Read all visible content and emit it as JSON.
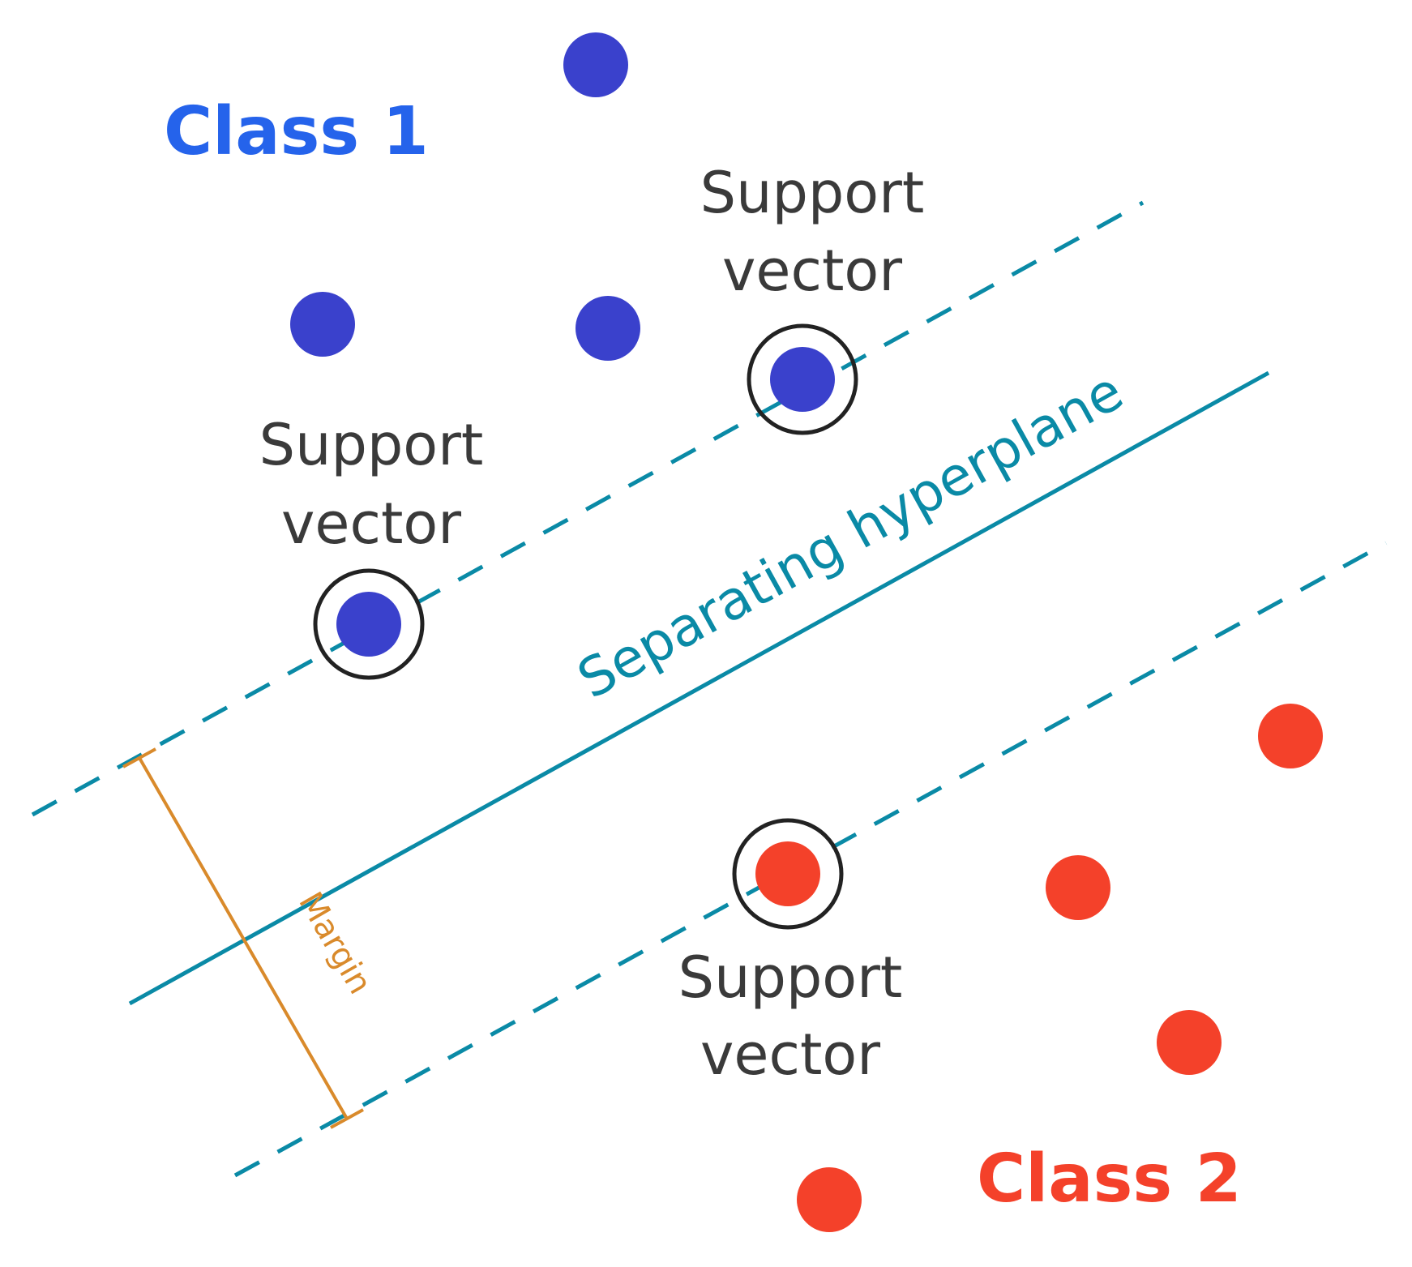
{
  "colors": {
    "class1": "#3a41cc",
    "class1_text": "#2563eb",
    "class2": "#f4412a",
    "class2_text": "#f4412a",
    "hyperplane": "#0a8aa6",
    "margin": "#d98a2b",
    "support_ring": "#222222",
    "text_gray": "#3a3a3a"
  },
  "labels": {
    "class1": "Class 1",
    "class2": "Class 2",
    "hyperplane": "Separating hyperplane",
    "margin": "Margin",
    "support_vector_line1": "Support",
    "support_vector_line2": "vector"
  },
  "points": {
    "class1": [
      {
        "id": "c1-a",
        "support": false
      },
      {
        "id": "c1-b",
        "support": false
      },
      {
        "id": "c1-c",
        "support": false
      },
      {
        "id": "c1-sv1",
        "support": true
      },
      {
        "id": "c1-sv2",
        "support": true
      }
    ],
    "class2": [
      {
        "id": "c2-sv1",
        "support": true
      },
      {
        "id": "c2-a",
        "support": false
      },
      {
        "id": "c2-b",
        "support": false
      },
      {
        "id": "c2-c",
        "support": false
      },
      {
        "id": "c2-d",
        "support": false
      }
    ]
  },
  "icons": {
    "point": "filled-circle-icon",
    "support_vector": "ringed-circle-icon"
  }
}
